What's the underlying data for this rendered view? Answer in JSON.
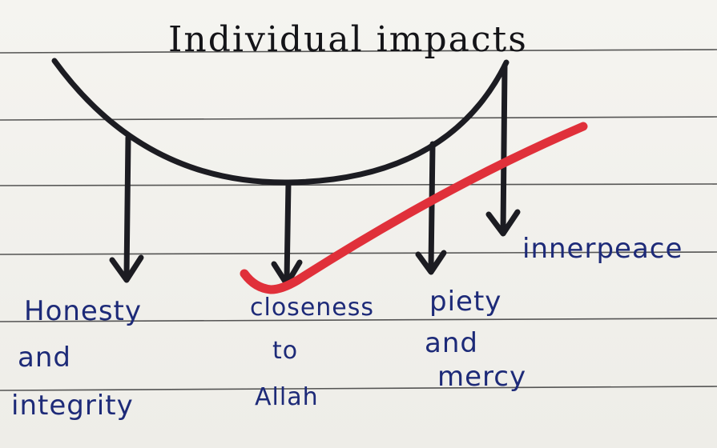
{
  "title": "Individual impacts",
  "branches": [
    {
      "id": "honesty",
      "lines": [
        "Honesty",
        "and",
        "integrity"
      ]
    },
    {
      "id": "closeness",
      "lines": [
        "closeness",
        "to",
        "Allah"
      ]
    },
    {
      "id": "piety",
      "lines": [
        "piety",
        "and",
        "mercy"
      ]
    },
    {
      "id": "innerpeace",
      "lines": [
        "innerpeace"
      ]
    }
  ],
  "colors": {
    "paper": "#f1f0ec",
    "rule_line": "#3a3a3a",
    "ink_black": "#1c1c22",
    "ink_blue": "#1d2a78",
    "check_mark": "#e0303a"
  },
  "icons": {
    "check": "check-mark-icon"
  }
}
